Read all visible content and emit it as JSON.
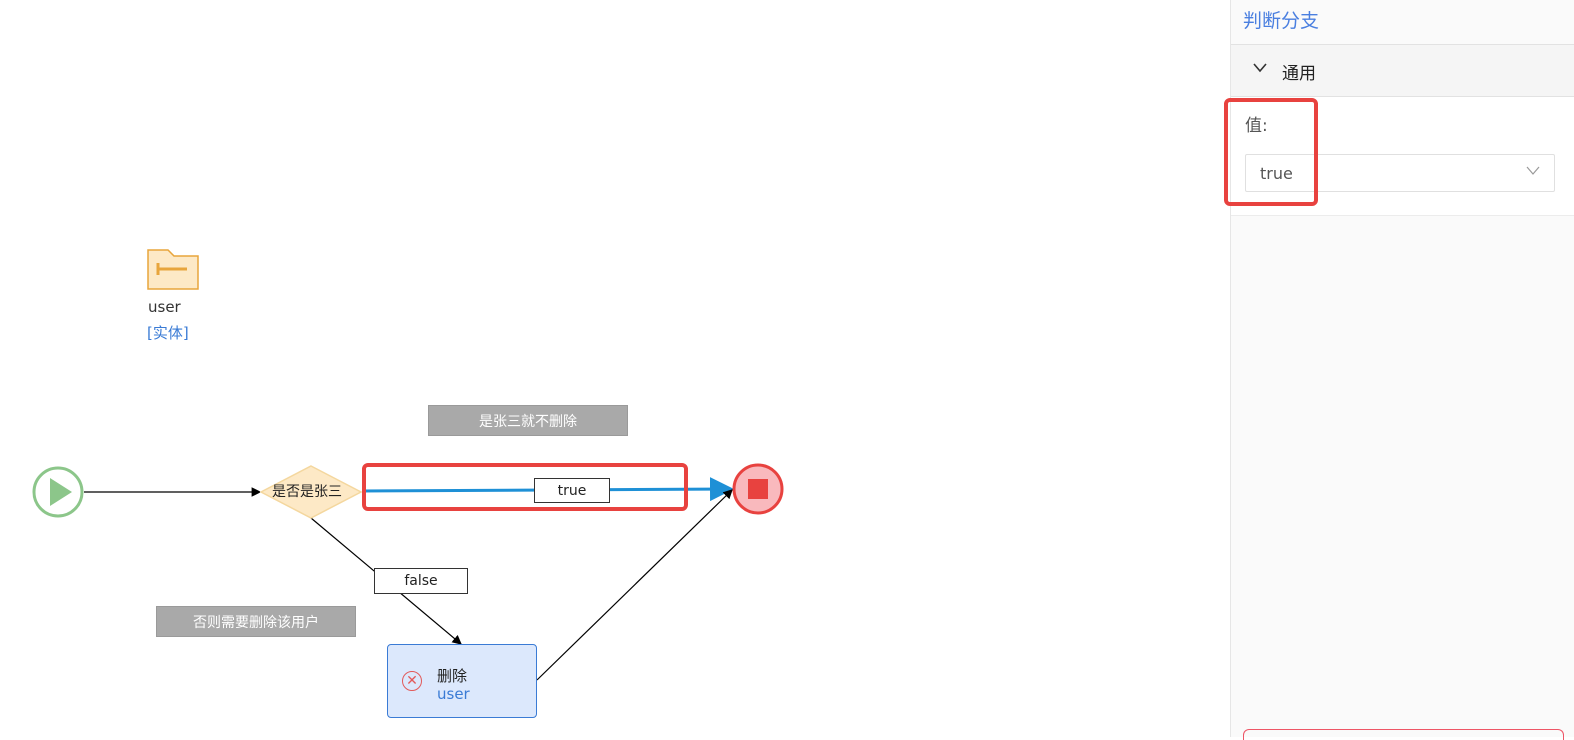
{
  "canvas": {
    "entity": {
      "name": "user",
      "type": "[实体]"
    },
    "notes": {
      "top": "是张三就不删除",
      "bottom": "否则需要删除该用户"
    },
    "gateway": {
      "label": "是否是张三"
    },
    "edges": {
      "true_label": "true",
      "false_label": "false"
    },
    "task": {
      "title": "删除",
      "entity": "user"
    }
  },
  "panel": {
    "title": "判断分支",
    "section": {
      "title": "通用"
    },
    "field": {
      "label": "值:",
      "value": "true"
    }
  },
  "colors": {
    "accent": "#4a7fe0",
    "highlight": "#e8423f",
    "start": "#8cc68a",
    "end": "#e8423f",
    "selected_edge": "#1e90d6"
  }
}
